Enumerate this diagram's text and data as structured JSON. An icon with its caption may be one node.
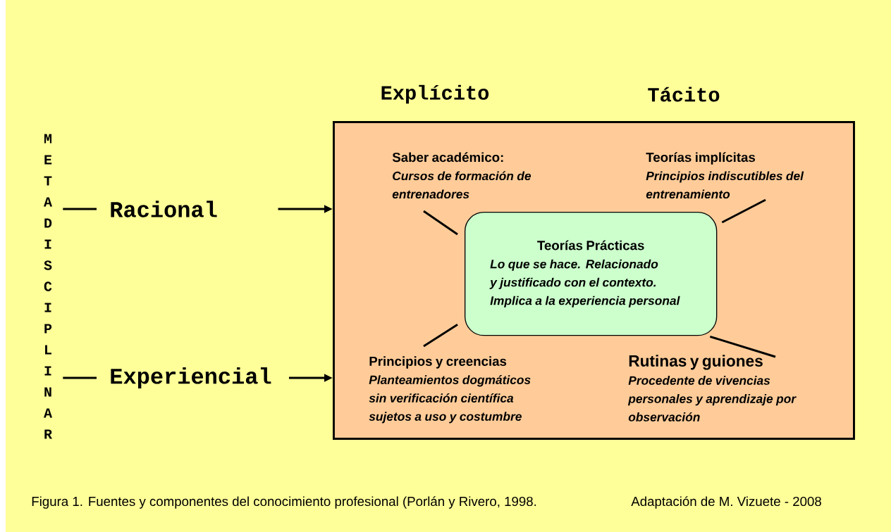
{
  "diagram": {
    "caption": "Figura 1. Fuentes y componentes del conocimiento profesional (Porlán y Rivero, 1998.",
    "nodes": [
      {
        "text": [
          "METADISCIPLINAR"
        ]
      },
      {
        "text": [
          "Racional"
        ]
      },
      {
        "text": [
          "Experiencial"
        ]
      },
      {
        "text": [],
        "shape": "box"
      },
      {
        "text": [
          "Saber académico:",
          "Cursos de formación de entrenadores"
        ],
        "in": 3
      },
      {
        "text": [
          "Teorías implícitas",
          "Principios indiscutibles del entrenamiento"
        ],
        "in": 3
      },
      {
        "text": [
          "Teorías Prácticas",
          "Lo que se hace. Relacionado y justificado con el contexto. Implica a la experiencia personal"
        ],
        "in": 3
      },
      {
        "text": [
          "Principios y creencias",
          "Planteamientos dogmáticos sin verificación científica sujetos a uso y costumbre"
        ],
        "in": 3
      },
      {
        "text": [
          "Rutinas y guiones",
          "Procedente de vivencias personales y aprendizaje por observación"
        ],
        "in": 3
      }
    ],
    "edges": [
      {
        "from": 0,
        "to": 1,
        "arrow": "none"
      },
      {
        "from": 0,
        "to": 2,
        "arrow": "none"
      },
      {
        "from": 1,
        "to": 3,
        "arrow": "to"
      },
      {
        "from": 2,
        "to": 3,
        "arrow": "to"
      },
      {
        "from": 4,
        "to": 6,
        "arrow": "none"
      },
      {
        "from": 5,
        "to": 6,
        "arrow": "none"
      },
      {
        "from": 7,
        "to": 6,
        "arrow": "none"
      },
      {
        "from": 8,
        "to": 6,
        "arrow": "none"
      }
    ],
    "labels": [
      "Explícito",
      "Tácito",
      "Adaptación de M. Vizuete - 2008"
    ]
  }
}
